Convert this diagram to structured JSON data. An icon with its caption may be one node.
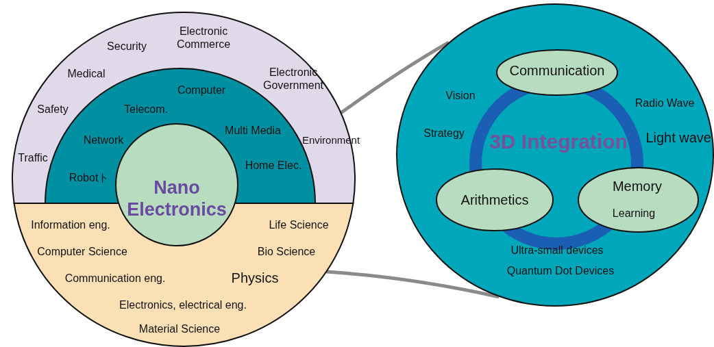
{
  "diagram": {
    "nodes": [
      {
        "text": [],
        "shape": "circle"
      },
      {
        "text": [
          "Security",
          "Electronic Commerce",
          "Medical",
          "Electronic Government",
          "Safety",
          "Environment",
          "Traffic"
        ],
        "in": 0
      },
      {
        "text": [
          "Computer",
          "Telecom.",
          "Network",
          "Multi Media",
          "Robotト",
          "Home Elec."
        ],
        "in": 1
      },
      {
        "text": [
          "Information eng.",
          "Life Science",
          "Computer Science",
          "Bio Science",
          "Communication eng.",
          "Physics",
          "Electronics, electrical eng.",
          "Material Science"
        ],
        "in": 0
      },
      {
        "text": [
          "Nano Electronics"
        ],
        "in": 0
      },
      {
        "text": [
          "3D Integration",
          "Vision",
          "Radio Wave",
          "Strategy",
          "Light wave",
          "Ultra-small devices",
          "Quantum Dot Devices"
        ]
      },
      {
        "text": [
          "Communication"
        ],
        "in": 5
      },
      {
        "text": [
          "Arithmetics"
        ],
        "in": 5
      },
      {
        "text": [
          "Memory",
          "Learning"
        ],
        "in": 5
      }
    ],
    "edges": [
      {
        "from": 1,
        "to": 5,
        "arrow": "none"
      },
      {
        "from": 3,
        "to": 5,
        "arrow": "none"
      }
    ]
  }
}
